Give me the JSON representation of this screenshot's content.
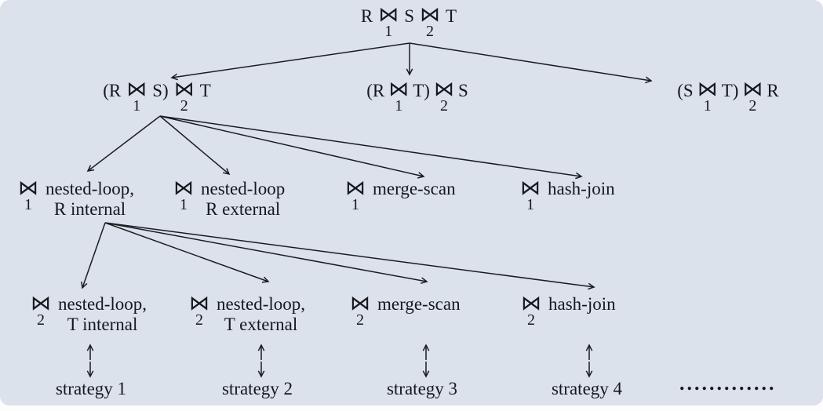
{
  "palette": {
    "panel_bg": "#dbe2ec",
    "page_bg": "#fdfdfd",
    "ink": "#16181d"
  },
  "symbols": {
    "bowtie": "⋈",
    "ellipsis": "............."
  },
  "root": {
    "t1": "R",
    "s1": "1",
    "t2": "S",
    "s2": "2",
    "t3": "T"
  },
  "level2": [
    {
      "p1": "(R",
      "s1": "1",
      "p2": "S)",
      "s2": "2",
      "p3": "T"
    },
    {
      "p1": "(R",
      "s1": "1",
      "p2": "T)",
      "s2": "2",
      "p3": "S"
    },
    {
      "p1": "(S",
      "s1": "1",
      "p2": "T)",
      "s2": "2",
      "p3": "R"
    }
  ],
  "level3": [
    {
      "sub": "1",
      "line1": "nested-loop,",
      "line2": "R internal"
    },
    {
      "sub": "1",
      "line1": "nested-loop",
      "line2": "R external"
    },
    {
      "sub": "1",
      "line1": "merge-scan",
      "line2": ""
    },
    {
      "sub": "1",
      "line1": "hash-join",
      "line2": ""
    }
  ],
  "level4": [
    {
      "sub": "2",
      "line1": "nested-loop,",
      "line2": "T internal"
    },
    {
      "sub": "2",
      "line1": "nested-loop,",
      "line2": "T external"
    },
    {
      "sub": "2",
      "line1": "merge-scan",
      "line2": ""
    },
    {
      "sub": "2",
      "line1": "hash-join",
      "line2": ""
    }
  ],
  "strategies": [
    "strategy 1",
    "strategy 2",
    "strategy 3",
    "strategy 4"
  ]
}
